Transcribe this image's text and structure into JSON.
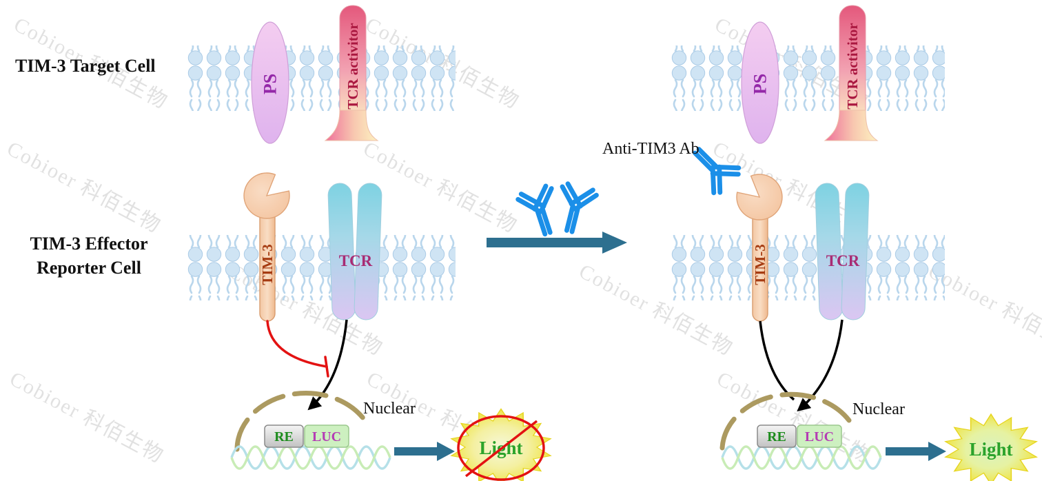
{
  "watermark_text": "Cobioer 科佰生物",
  "labels": {
    "target_cell": "TIM-3 Target Cell",
    "effector_line1": "TIM-3 Effector",
    "effector_line2": "Reporter Cell",
    "anti_tim3_ab": "Anti-TIM3 Ab",
    "nuclear": "Nuclear"
  },
  "proteins": {
    "ps": "PS",
    "tcr_activator": "TCR activitor",
    "tim3": "TIM-3",
    "tcr": "TCR"
  },
  "reporter": {
    "re": "RE",
    "luc": "LUC",
    "light": "Light"
  },
  "colors": {
    "membrane_head": "#cfe4f4",
    "membrane_tail": "#b9d6ec",
    "ps_fill": "#ecc0ee",
    "ps_text": "#9428a8",
    "tcr_activator_text": "#aa1840",
    "tim3_fill": "#f6cdb0",
    "tim3_text": "#a63c12",
    "tcr_fill_top": "#86d4e4",
    "tcr_fill_bottom": "#dcc8f0",
    "tcr_text": "#a82c74",
    "antibody_blue": "#1b8fe8",
    "signal_arrow_black": "#000000",
    "inhibition_red": "#e31212",
    "flow_arrow_teal": "#2d6f8f",
    "nuclear_membrane_tan": "#ac9a60",
    "re_text_green": "#1e8c1e",
    "luc_text_purple": "#b43cb4",
    "luc_box_green": "#cdf0c0",
    "light_text_green": "#2ba32b",
    "burst_yellow": "#efe54a",
    "watermark_gray": "#c9c9c9"
  }
}
